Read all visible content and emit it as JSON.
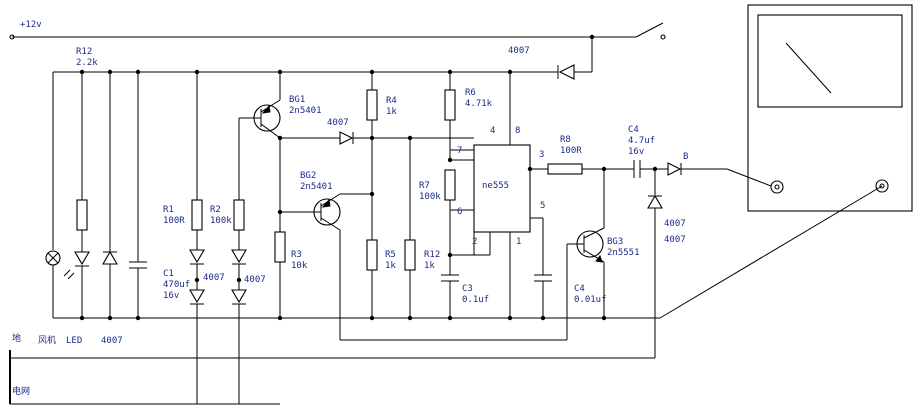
{
  "labels": {
    "vcc": "+12v",
    "r12_top_ref": "R12",
    "r12_top_val": "2.2k",
    "diode_fb": "4007",
    "bg1_ref": "BG1",
    "bg1_val": "2n5401",
    "d_bg1": "4007",
    "r4_ref": "R4",
    "r4_val": "1k",
    "r6_ref": "R6",
    "r6_val": "4.71k",
    "pin4": "4",
    "pin8": "8",
    "pin7": "7",
    "pin3": "3",
    "pin6": "6",
    "pin5": "5",
    "pin2": "2",
    "pin1": "1",
    "r8_ref": "R8",
    "r8_val": "100R",
    "c4a_ref": "C4",
    "c4a_val": "4.7uf",
    "c4a_v": "16v",
    "b_label": "B",
    "bg2_ref": "BG2",
    "bg2_val": "2n5401",
    "r7_ref": "R7",
    "r7_val": "100k",
    "ic": "ne555",
    "r1_ref": "R1",
    "r1_val": "100R",
    "r2_ref": "R2",
    "r2_val": "100k",
    "r3_ref": "R3",
    "r3_val": "10k",
    "r5_ref": "R5",
    "r5_val": "1k",
    "r12_ref": "R12",
    "r12_val": "1k",
    "c1_ref": "C1",
    "c1_val": "470uf",
    "c1_v": "16v",
    "d1": "4007",
    "d2": "4007",
    "c3_ref": "C3",
    "c3_val": "0.1uf",
    "c4b_ref": "C4",
    "c4b_val": "0.01uf",
    "bg3_ref": "BG3",
    "bg3_val": "2n5551",
    "d_v1": "4007",
    "d_v2": "4007",
    "gnd": "地",
    "fan": "风机",
    "led": "LED",
    "d_led": "4007",
    "grid": "电网"
  }
}
